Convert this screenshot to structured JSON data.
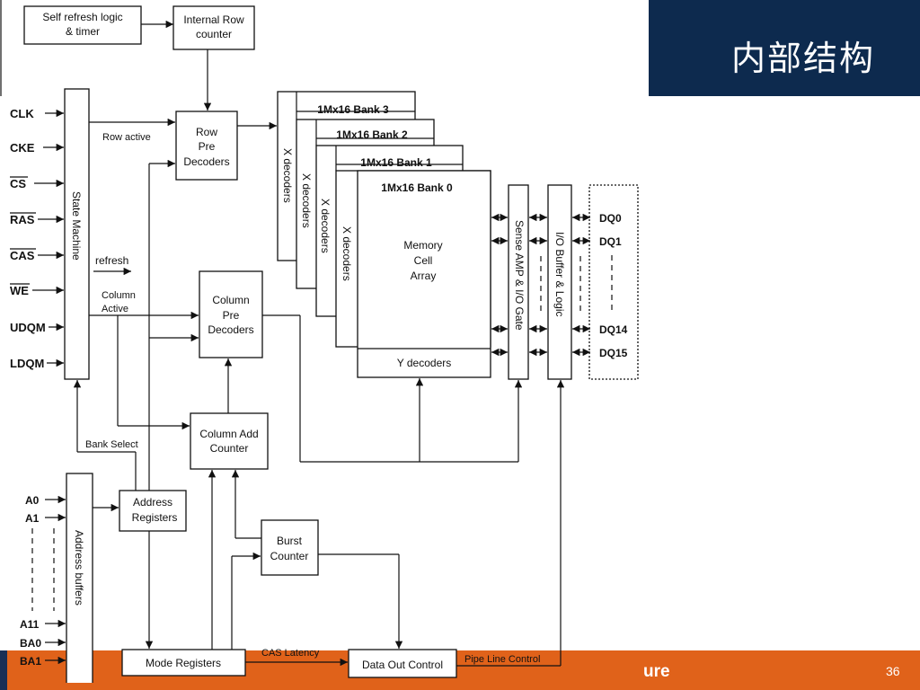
{
  "slide": {
    "title": "内部结构",
    "footer_text": "ure",
    "page_number": "36"
  },
  "colors": {
    "header_bg": "#0d2a4e",
    "footer_bg": "#e0621a",
    "footer_left": "#1a2f55"
  },
  "diagram": {
    "self_refresh": [
      "Self refresh logic",
      "& timer"
    ],
    "internal_row": [
      "Internal Row",
      "counter"
    ],
    "state_machine": "State Machine",
    "row_pre": [
      "Row",
      "Pre",
      "Decoders"
    ],
    "col_pre": [
      "Column",
      "Pre",
      "Decoders"
    ],
    "col_add": [
      "Column Add",
      "Counter"
    ],
    "addr_reg": [
      "Address",
      "Registers"
    ],
    "addr_buf": "Address buffers",
    "burst": [
      "Burst",
      "Counter"
    ],
    "mode_reg": "Mode Registers",
    "data_out": "Data Out Control",
    "banks": [
      "1Mx16 Bank 3",
      "1Mx16 Bank 2",
      "1Mx16 Bank 1",
      "1Mx16 Bank 0"
    ],
    "x_decoders": "X decoders",
    "memory": [
      "Memory",
      "Cell",
      "Array"
    ],
    "y_decoders": "Y decoders",
    "sense_amp": "Sense AMP & I/O Gate",
    "io_buffer": "I/O Buffer & Logic",
    "inputs": [
      "CLK",
      "CKE",
      "CS",
      "RAS",
      "CAS",
      "WE",
      "UDQM",
      "LDQM"
    ],
    "addr_inputs": [
      "A0",
      "A1",
      "A11",
      "BA0",
      "BA1"
    ],
    "dq": [
      "DQ0",
      "DQ1",
      "DQ14",
      "DQ15"
    ],
    "labels": {
      "row_active": "Row  active",
      "refresh": "refresh",
      "column_active": [
        "Column",
        "Active"
      ],
      "bank_select": "Bank Select",
      "cas_latency": "CAS Latency",
      "pipe_line": "Pipe Line Control"
    }
  }
}
